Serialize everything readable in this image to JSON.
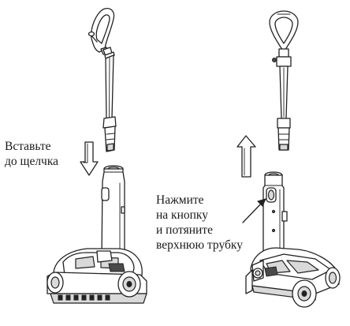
{
  "steps": [
    {
      "id": "insert",
      "caption_lines": [
        "Вставьте",
        "до щелчка"
      ],
      "arrow_direction": "down"
    },
    {
      "id": "release",
      "caption_lines": [
        "Нажмите",
        "на кнопку",
        "и потяните",
        "верхнюю трубку"
      ],
      "arrow_direction": "up"
    }
  ],
  "icons": {
    "insert_arrow": "arrow-down-icon",
    "remove_arrow": "arrow-up-icon",
    "pointer": "pointer-arrow-icon"
  }
}
